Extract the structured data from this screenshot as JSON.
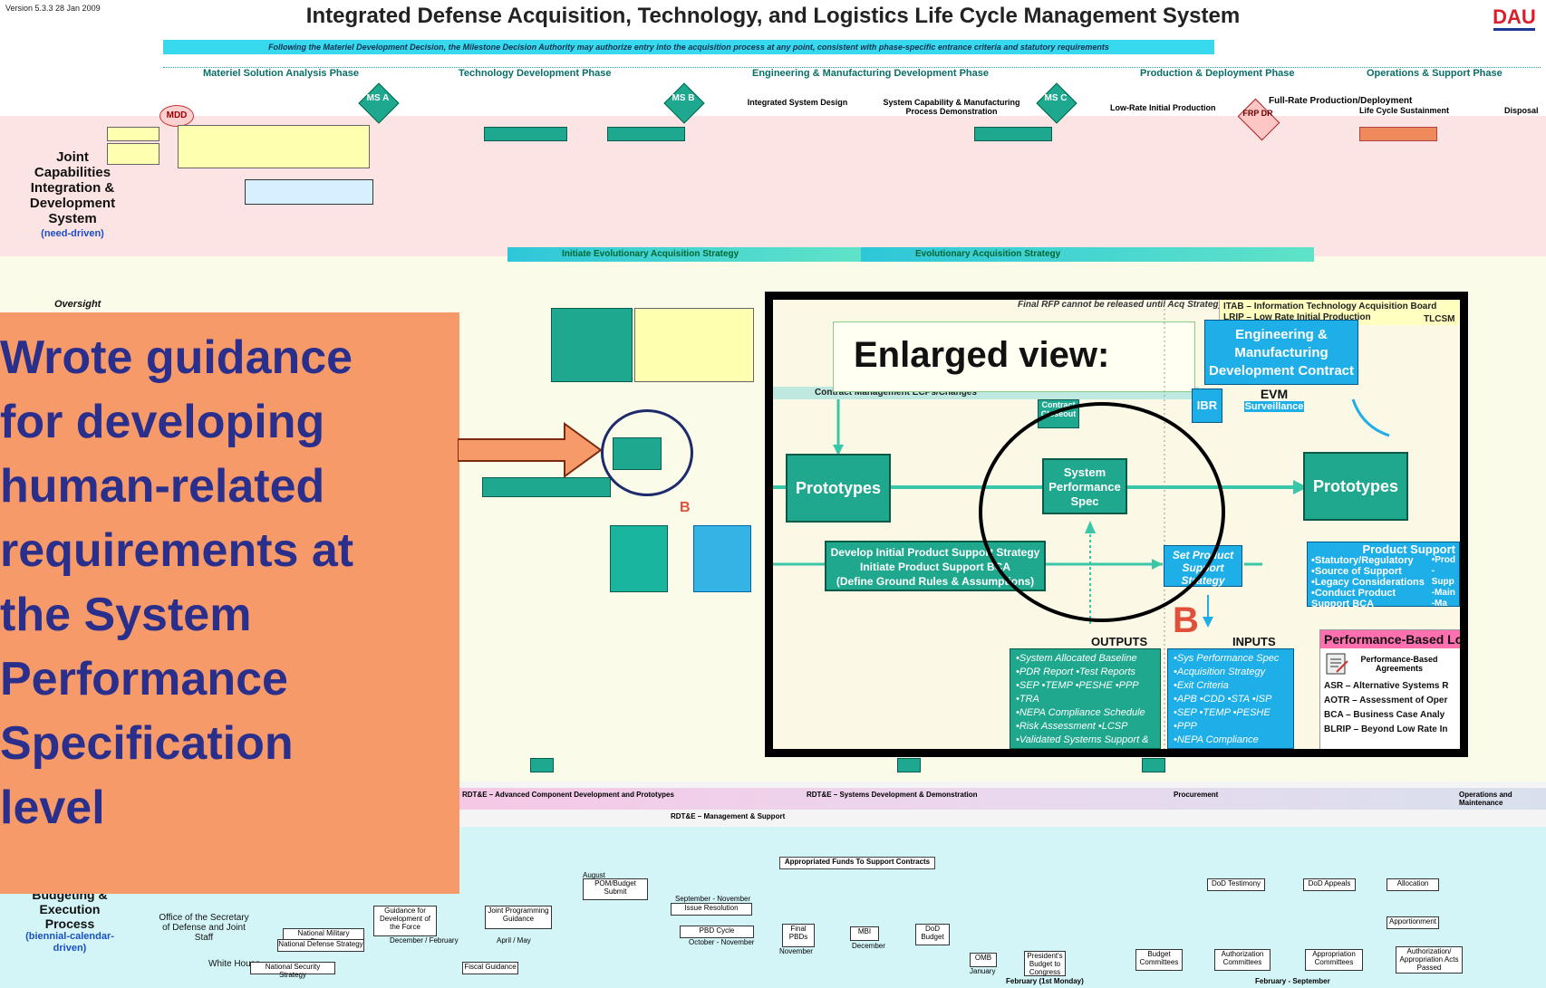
{
  "header": {
    "version": "Version 5.3.3 28 Jan 2009",
    "title": "Integrated Defense Acquisition, Technology, and Logistics Life Cycle Management System",
    "logo_text": "DAU",
    "banner": "Following the Materiel Development Decision, the Milestone Decision Authority may authorize entry into the acquisition process at any point, consistent with phase-specific entrance criteria and statutory requirements"
  },
  "phases": [
    "Materiel Solution Analysis Phase",
    "Technology Development Phase",
    "Engineering & Manufacturing Development Phase",
    "Production & Deployment Phase",
    "Operations & Support Phase"
  ],
  "milestones": [
    "MDD",
    "MS A",
    "MS B",
    "MS C",
    "FRP DR"
  ],
  "subphases": [
    "Integrated System Design",
    "System Capability & Manufacturing Process Demonstration",
    "Low-Rate Initial Production",
    "Full-Rate Production/Deployment",
    "Life Cycle Sustainment",
    "Disposal"
  ],
  "left_labels": {
    "jcids": "Joint Capabilities Integration & Development System",
    "jcids_sub": "(need-driven)",
    "oversight": "Oversight",
    "ppbe": "Budgeting & Execution Process",
    "ppbe_sub": "(biennial-calendar-driven)",
    "office": "Office of the Secretary of Defense and Joint Staff",
    "white_house": "White House"
  },
  "strategy_bars": [
    "Initiate Evolutionary Acquisition Strategy",
    "Evolutionary Acquisition Strategy"
  ],
  "callout": {
    "lines": [
      "Wrote guidance",
      "for developing",
      "human-related",
      "requirements at",
      "the System",
      "Performance",
      "Specification",
      "level"
    ]
  },
  "enlarged": {
    "label": "Enlarged view:",
    "note_top": "Final RFP cannot be released until Acq Strategy is approved",
    "acronyms": "ITAB – Information Technology Acquisition Board\nLRIP – Low Rate Initial Production",
    "acronym_right": "TLCSM",
    "contract_mgmt": "Contract Management     ECPs/Changes",
    "emd_contract": "Engineering & Manufacturing Development Contract",
    "contract_closeout": "Contract Closeout",
    "ibr": "IBR",
    "evm": "EVM",
    "evm_sub": "Surveillance",
    "prototypes_left": "Prototypes",
    "prototypes_right": "Prototypes",
    "sps": "System Performance Spec",
    "develop_ips": "Develop Initial Product Support Strategy\nInitiate Product Support BCA\n(Define Ground Rules & Assumptions)",
    "set_ps": "Set Product Support Strategy",
    "outputs": "OUTPUTS",
    "inputs": "INPUTS",
    "b_marker": "B",
    "outputs_list": [
      "•System Allocated Baseline",
      "•PDR Report  •Test Reports",
      "•SEP  •TEMP  •PESHE  •PPP  •TRA",
      "•NEPA Compliance Schedule",
      "•Risk Assessment   •LCSP",
      "•Validated Systems Support & Maint"
    ],
    "inputs_list": [
      "•Sys Performance Spec",
      "•Acquisition Strategy",
      "•Exit Criteria",
      "•APB  •CDD  •STA  •ISP",
      "•SEP  •TEMP  •PESHE  •PPP",
      "•NEPA Compliance Schedule"
    ],
    "product_support_title": "Product Support",
    "product_support_list": [
      "•Statutory/Regulatory",
      "•Source of Support",
      "•Legacy Considerations",
      "•Conduct Product Support BCA"
    ],
    "product_support_right": [
      "•Prod",
      "-Supp",
      "-Main",
      "-Ma"
    ],
    "pbl_head": "Performance-Based Lo",
    "pbl_agreements": "Performance-Based Agreements",
    "pbl_acr": [
      "ASR – Alternative Systems R",
      "AOTR – Assessment of Oper",
      "BCA – Business Case Analy",
      "BLRIP – Beyond Low Rate In"
    ]
  },
  "budget_row": [
    "RDT&E – Advanced Component Development and Prototypes",
    "RDT&E – Systems Development & Demonstration",
    "Procurement",
    "Operations and Maintenance",
    "RDT&E – Management & Support",
    "Appropriated Funds To Support Contracts"
  ],
  "ppbe_boxes": [
    "POM/Budget Submit",
    "Guidance for Development of the Force",
    "Joint Programming Guidance",
    "Issue Resolution",
    "PBD Cycle",
    "Final PBDs",
    "MBI",
    "DoD Budget",
    "OMB",
    "President's Budget to Congress",
    "National Military Strategy",
    "National Defense Strategy",
    "National Security Strategy",
    "Fiscal Guidance",
    "DoD Testimony",
    "DoD Appeals",
    "Allocation",
    "Apportionment",
    "Budget Committees",
    "Authorization Committees",
    "Appropriation Committees",
    "Authorization/ Appropriation Acts Passed"
  ],
  "ppbe_months": [
    "August",
    "September - November",
    "December / February",
    "April / May",
    "October - November",
    "November",
    "December",
    "January",
    "February (1st Monday)",
    "February - September"
  ],
  "colors": {
    "accent_green": "#1fa890",
    "accent_blue": "#1eaee8",
    "callout_orange": "#f79a6a",
    "callout_text": "#2b2f8c",
    "marker_red": "#e0503a"
  }
}
